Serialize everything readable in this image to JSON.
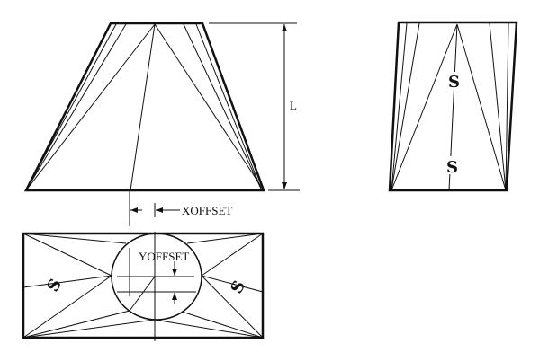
{
  "labels": {
    "length": "L",
    "x_offset": "XOFFSET",
    "y_offset": "YOFFSET"
  },
  "symbols": {
    "break_mark": "S"
  },
  "colors": {
    "line": "#111111",
    "background": "#ffffff"
  }
}
